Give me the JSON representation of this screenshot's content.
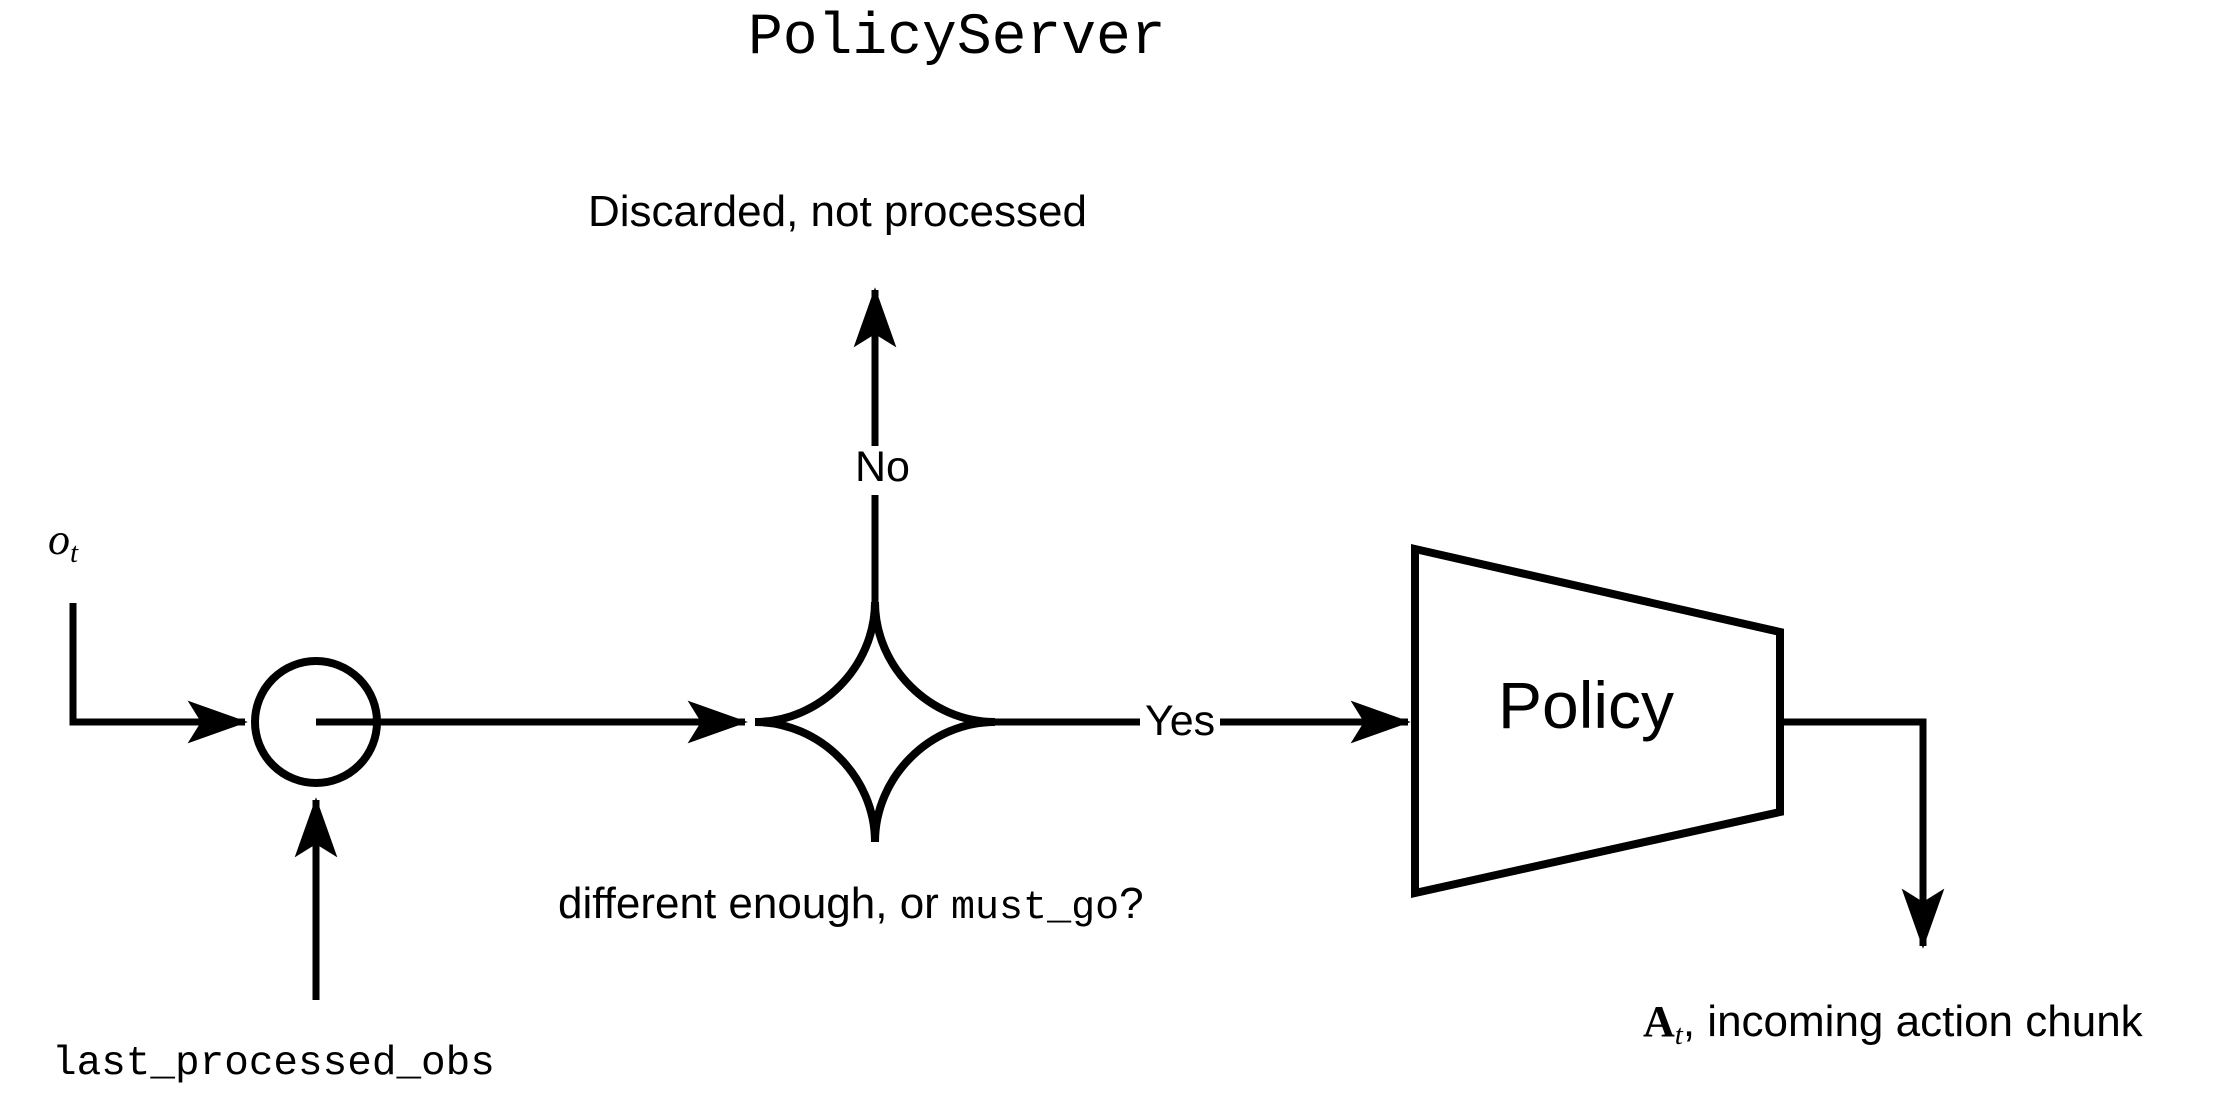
{
  "diagram": {
    "title": "PolicyServer",
    "background_color": "#ffffff",
    "stroke_color": "#000000",
    "nodes": {
      "merge_circle": {
        "name": "observation-merge-node",
        "shape": "circle",
        "label": ""
      },
      "decision": {
        "name": "decision-node",
        "shape": "concave-star",
        "label_prefix": "different enough, or ",
        "label_code": "must_go",
        "label_suffix": "?"
      },
      "policy": {
        "name": "policy-block",
        "shape": "trapezoid",
        "label": "Policy"
      }
    },
    "edges": {
      "no_branch": {
        "label": "No",
        "target_text": "Discarded, not processed"
      },
      "yes_branch": {
        "label": "Yes"
      }
    },
    "inputs": {
      "observation": {
        "symbol": "o",
        "subscript": "t"
      },
      "last_processed_obs": {
        "code": "last_processed_obs"
      }
    },
    "outputs": {
      "action_chunk": {
        "symbol": "A",
        "subscript": "t",
        "description": ", incoming action chunk"
      }
    }
  }
}
